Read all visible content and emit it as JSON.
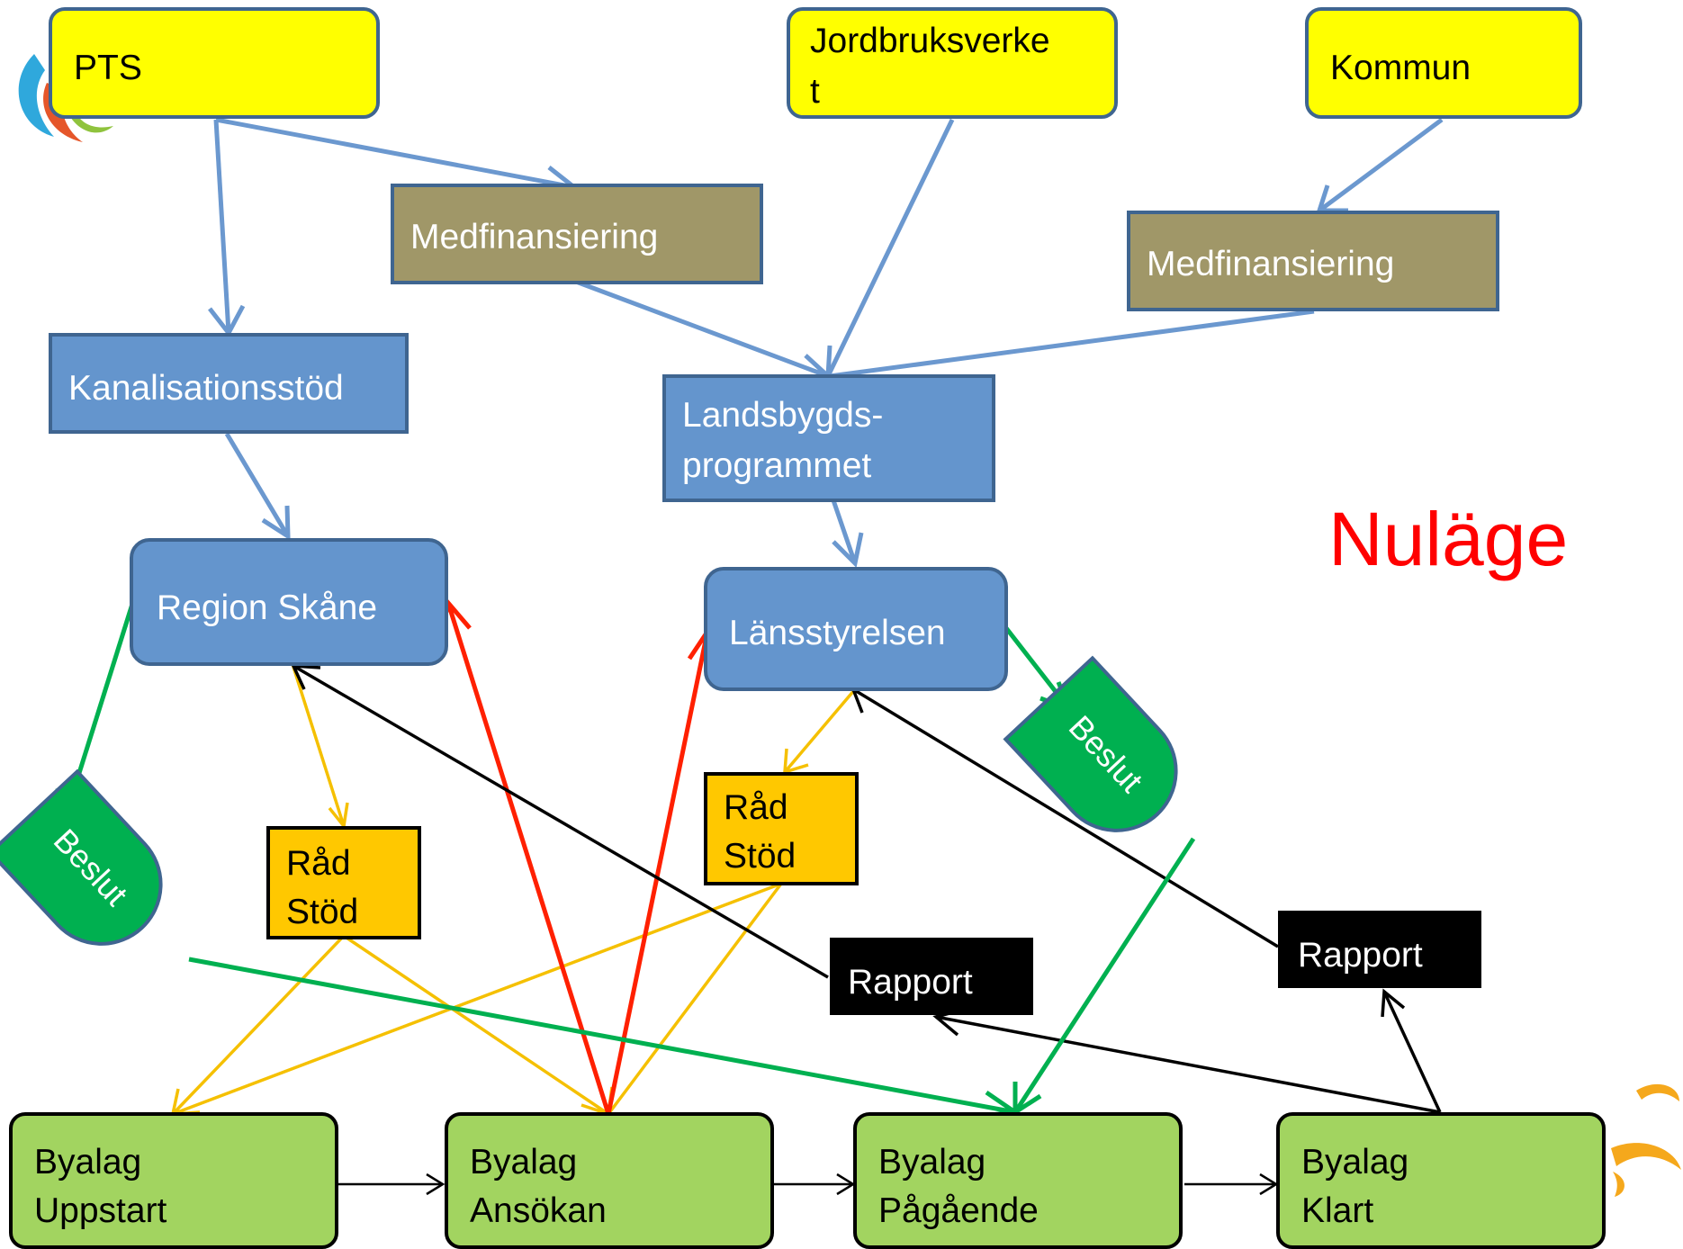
{
  "title": "Nuläge",
  "colors": {
    "yellow": "#ffff00",
    "olive": "#a09768",
    "blue": "#6495cd",
    "blue_border": "#3f6590",
    "green_node": "#a2d460",
    "radstod": "#ffc800",
    "black": "#000000",
    "title_red": "#ff0000",
    "arrow_blue": "#6b98cf",
    "arrow_green": "#00b050",
    "arrow_red": "#ff2000",
    "arrow_orange": "#f5c000",
    "arrow_black": "#000000",
    "beslut_fill": "#00b050",
    "beslut_border": "#3f6590"
  },
  "nodes": {
    "pts": "PTS",
    "jordbruksverket": [
      "Jordbruksverke",
      "t"
    ],
    "kommun": "Kommun",
    "medfin1": "Medfinansiering",
    "medfin2": "Medfinansiering",
    "kanalisation": "Kanalisationsstöd",
    "landsbygd": [
      "Landsbygds-",
      "programmet"
    ],
    "region": "Region Skåne",
    "lansstyrelsen": "Länsstyrelsen",
    "rad1": [
      "Råd",
      "Stöd"
    ],
    "rad2": [
      "Råd",
      "Stöd"
    ],
    "rapport1": "Rapport",
    "rapport2": "Rapport",
    "beslut1": "Beslut",
    "beslut2": "Beslut",
    "byalag_uppstart": [
      "Byalag",
      "Uppstart"
    ],
    "byalag_ansokan": [
      "Byalag",
      "Ansökan"
    ],
    "byalag_pagaende": [
      "Byalag",
      "Pågående"
    ],
    "byalag_klart": [
      "Byalag",
      "Klart"
    ]
  },
  "edges": [
    {
      "from": "pts",
      "to": "kanalisation",
      "color": "arrow_blue"
    },
    {
      "from": "pts",
      "to": "medfin1",
      "color": "arrow_blue"
    },
    {
      "from": "medfin1",
      "to": "landsbygd",
      "color": "arrow_blue"
    },
    {
      "from": "jordbruksverket",
      "to": "landsbygd",
      "color": "arrow_blue"
    },
    {
      "from": "kommun",
      "to": "medfin2",
      "color": "arrow_blue"
    },
    {
      "from": "medfin2",
      "to": "landsbygd",
      "color": "arrow_blue"
    },
    {
      "from": "kanalisation",
      "to": "region",
      "color": "arrow_blue"
    },
    {
      "from": "landsbygd",
      "to": "lansstyrelsen",
      "color": "arrow_blue"
    },
    {
      "from": "region",
      "to": "beslut1",
      "color": "arrow_green"
    },
    {
      "from": "lansstyrelsen",
      "to": "beslut2",
      "color": "arrow_green"
    },
    {
      "from": "beslut1",
      "to": "byalag_pagaende",
      "color": "arrow_green"
    },
    {
      "from": "beslut2",
      "to": "byalag_pagaende",
      "color": "arrow_green"
    },
    {
      "from": "byalag_ansokan",
      "to": "region",
      "color": "arrow_red"
    },
    {
      "from": "byalag_ansokan",
      "to": "lansstyrelsen",
      "color": "arrow_red"
    },
    {
      "from": "region",
      "to": "rad1",
      "color": "arrow_orange"
    },
    {
      "from": "lansstyrelsen",
      "to": "rad2",
      "color": "arrow_orange"
    },
    {
      "from": "rad1",
      "to": "byalag_uppstart",
      "color": "arrow_orange"
    },
    {
      "from": "rad1",
      "to": "byalag_ansokan",
      "color": "arrow_orange"
    },
    {
      "from": "rad2",
      "to": "byalag_uppstart",
      "color": "arrow_orange"
    },
    {
      "from": "rad2",
      "to": "byalag_ansokan",
      "color": "arrow_orange"
    },
    {
      "from": "rapport1",
      "to": "region",
      "color": "arrow_black"
    },
    {
      "from": "rapport2",
      "to": "lansstyrelsen",
      "color": "arrow_black"
    },
    {
      "from": "byalag_klart",
      "to": "rapport1",
      "color": "arrow_black"
    },
    {
      "from": "byalag_klart",
      "to": "rapport2",
      "color": "arrow_black"
    },
    {
      "from": "byalag_uppstart",
      "to": "byalag_ansokan",
      "color": "arrow_black"
    },
    {
      "from": "byalag_ansokan",
      "to": "byalag_pagaende",
      "color": "arrow_black"
    },
    {
      "from": "byalag_pagaende",
      "to": "byalag_klart",
      "color": "arrow_black"
    }
  ]
}
